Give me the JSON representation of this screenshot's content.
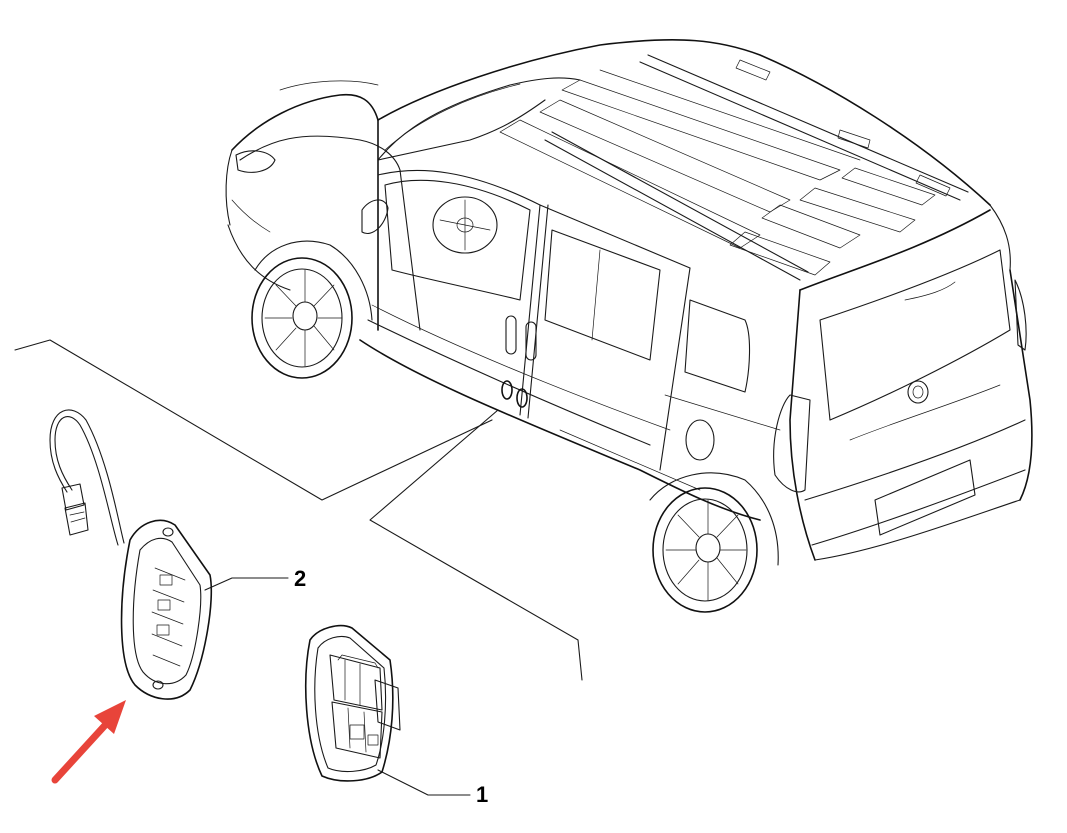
{
  "callouts": [
    {
      "id": "part-1",
      "label": "1"
    },
    {
      "id": "part-2",
      "label": "2"
    }
  ],
  "colors": {
    "line": "#1a1a1a",
    "highlight_arrow": "#e8443a",
    "background": "#ffffff"
  },
  "icons": {
    "pointer": "arrow-icon"
  }
}
